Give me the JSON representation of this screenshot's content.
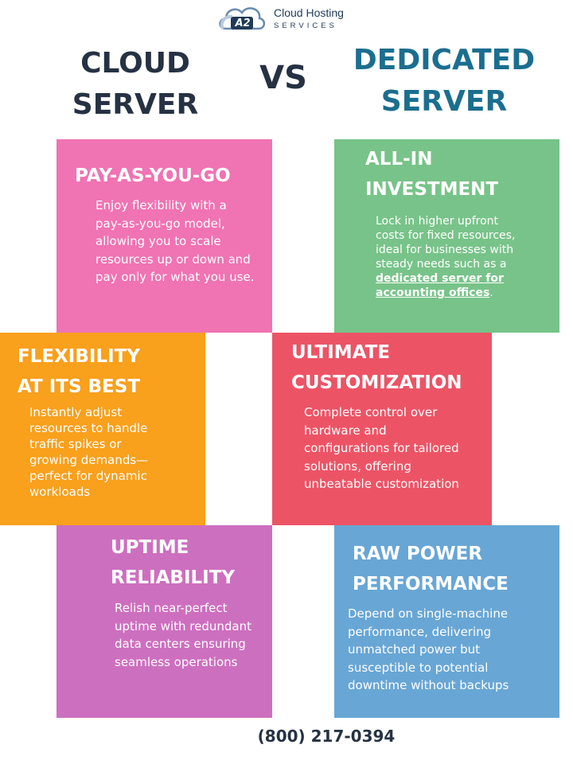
{
  "logo": {
    "mark": "A2",
    "name": "Cloud Hosting",
    "sub": "SERVICES"
  },
  "headings": {
    "left_line1": "CLOUD",
    "left_line2": "SERVER",
    "vs": "VS",
    "right_line1": "DEDICATED",
    "right_line2": "SERVER"
  },
  "cards": [
    {
      "title_lines": [
        "PAY-AS-YOU-GO"
      ],
      "body": "Enjoy flexibility with a pay-as-you-go model, allowing you to scale resources up or down and pay only for what you use.",
      "color": "#f073b3"
    },
    {
      "title_lines": [
        "ALL-IN",
        "INVESTMENT"
      ],
      "body_before": "Lock in higher upfront costs for fixed resources, ideal for businesses with steady needs such as a ",
      "link_text": "dedicated server for accounting offices",
      "body_after": ".",
      "color": "#78c389"
    },
    {
      "title_lines": [
        "FLEXIBILITY",
        "AT ITS BEST"
      ],
      "body": "Instantly adjust resources to handle traffic spikes or growing demands—perfect for dynamic workloads",
      "color": "#f9a01c"
    },
    {
      "title_lines": [
        "ULTIMATE",
        "CUSTOMIZATION"
      ],
      "body": "Complete control over hardware and configurations for tailored solutions, offering unbeatable customization",
      "color": "#ec5466"
    },
    {
      "title_lines": [
        "UPTIME",
        "RELIABILITY"
      ],
      "body": "Relish near-perfect uptime with redundant data centers ensuring seamless operations",
      "color": "#cd6fbf"
    },
    {
      "title_lines": [
        "RAW POWER",
        "PERFORMANCE"
      ],
      "body": "Depend on single-machine performance, delivering unmatched power but susceptible to potential downtime without backups",
      "color": "#68a6d5"
    }
  ],
  "phone": "(800) 217-0394"
}
